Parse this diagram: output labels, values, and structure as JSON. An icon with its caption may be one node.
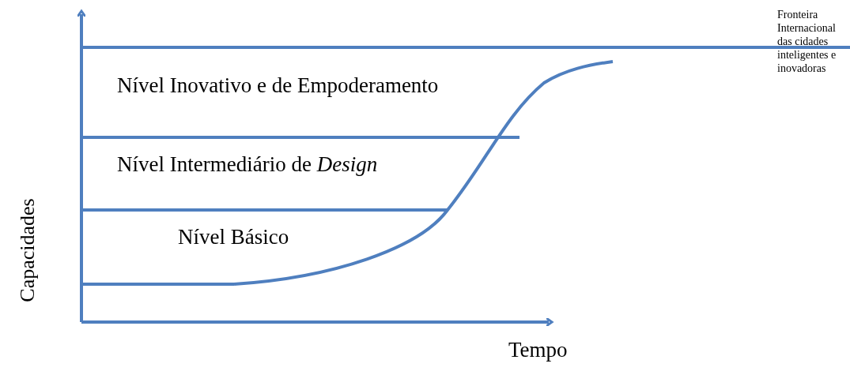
{
  "diagram": {
    "labels": [
      "Nível Inovativo e de Empoderamento",
      "Nível Intermediário de *Design*",
      "Nível Básico",
      "Fronteira Internacional das cidades inteligentes e inovadoras",
      "Capacidades",
      "Tempo"
    ]
  }
}
